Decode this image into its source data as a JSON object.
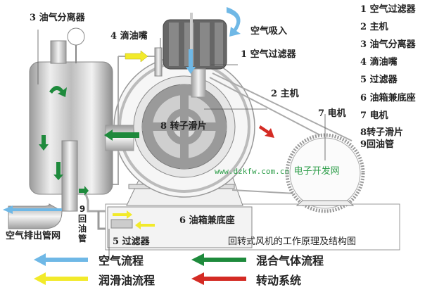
{
  "diagram": {
    "caption": "回转式风机的工作原理及结构图",
    "watermark_url": "www.dzkfw.com.cn",
    "watermark_name": "电子开发网",
    "labels": {
      "separator": "3 油气分离器",
      "oil_nozzle": "4 滴油嘴",
      "air_intake": "空气吸入",
      "air_filter": "1 空气过滤器",
      "main_unit": "2 主机",
      "motor": "7 电机",
      "rotor": "8 转子滑片",
      "tank_base": "6 油箱兼底座",
      "oil_return": [
        "9",
        "回",
        "油",
        "管"
      ],
      "exhaust": "空气排出管网",
      "filter": "5 过滤器"
    },
    "parts_list": [
      "1 空气过滤器",
      "2 主机",
      "3 油气分离器",
      "4 滴油嘴",
      "5 过滤器",
      "6 油箱兼底座",
      "7 电机",
      "8转子滑片",
      "9回油管"
    ],
    "legend": [
      {
        "label": "空气流程",
        "color": "#6fb8e6"
      },
      {
        "label": "混合气体流程",
        "color": "#1e8a3c"
      },
      {
        "label": "润滑油流程",
        "color": "#f2ea2a"
      },
      {
        "label": "转动系统",
        "color": "#d42b24"
      }
    ]
  }
}
